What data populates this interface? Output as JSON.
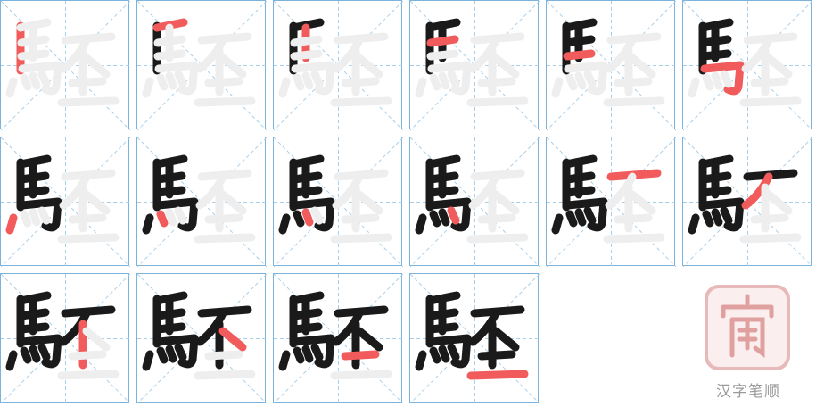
{
  "character": "駓",
  "total_steps": 16,
  "colors": {
    "grid_border": "#7bb3dc",
    "guide": "#a9cfe8",
    "ghost": "#eeeeee",
    "done": "#1a1a1a",
    "current": "#f25b5b"
  },
  "watermark": {
    "brand": "汉字笔顺"
  }
}
